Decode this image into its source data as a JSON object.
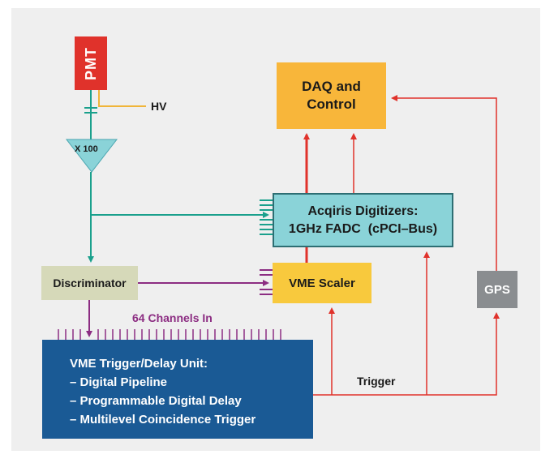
{
  "diagram": {
    "pmt_label": "PMT",
    "hv_label": "HV",
    "amplifier_label": "X 100",
    "daq_lines": [
      "DAQ and",
      "Control"
    ],
    "digitizer_lines": [
      "Acqiris Digitizers:",
      "1GHz FADC  (cPCI–Bus)"
    ],
    "scaler_label": "VME Scaler",
    "discriminator_label": "Discriminator",
    "gps_label": "GPS",
    "channels_label": "64 Channels In",
    "trigger_label": "Trigger",
    "trigger_unit_lines": [
      "VME Trigger/Delay Unit:",
      "– Digital Pipeline",
      "– Programmable Digital Delay",
      "– Multilevel Coincidence Trigger"
    ]
  },
  "colors": {
    "red_signal": "#e0322b",
    "teal_signal": "#1aa08c",
    "purple_signal": "#8c2d82",
    "hv_line": "#f0b53a"
  }
}
